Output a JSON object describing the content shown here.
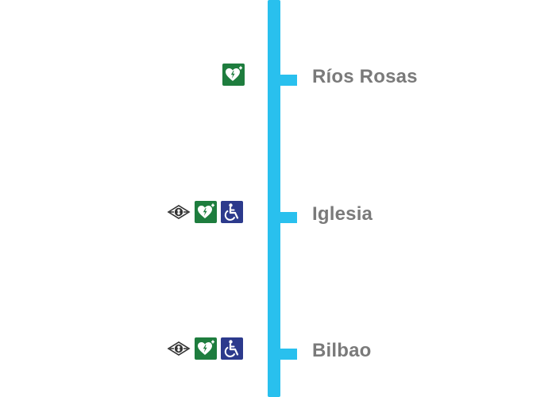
{
  "map": {
    "line_color": "#29c0ee",
    "label_color": "#7a7a7a",
    "icon_colors": {
      "defibrillator": "#1e7d3e",
      "accessible": "#2c3a8c",
      "intercity": "#333333"
    },
    "stations": [
      {
        "name": "Ríos Rosas",
        "icons": [
          "defibrillator-icon"
        ]
      },
      {
        "name": "Iglesia",
        "icons": [
          "intercity-bus-icon",
          "defibrillator-icon",
          "wheelchair-accessible-icon"
        ]
      },
      {
        "name": "Bilbao",
        "icons": [
          "intercity-bus-icon",
          "defibrillator-icon",
          "wheelchair-accessible-icon"
        ]
      }
    ]
  }
}
